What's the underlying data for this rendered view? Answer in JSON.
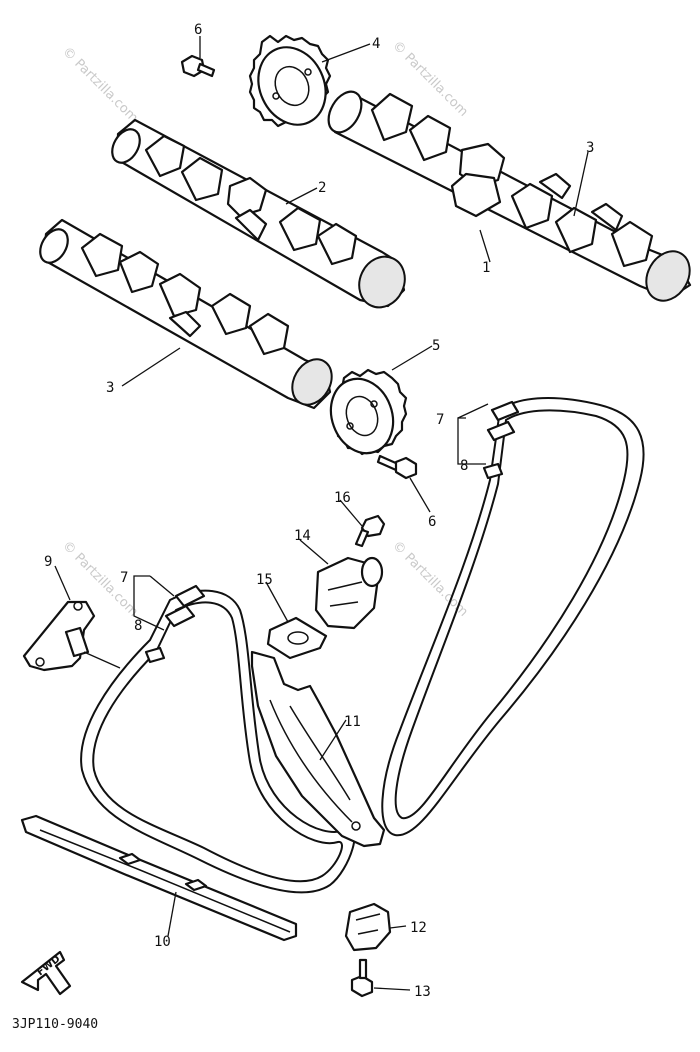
{
  "watermark": "© Partzilla.com",
  "diagram_code": "3JP110-9040",
  "fwd_label": "FWD",
  "callouts": [
    "1",
    "2",
    "3",
    "3",
    "4",
    "5",
    "6",
    "6",
    "7",
    "8",
    "7",
    "8",
    "9",
    "10",
    "11",
    "12",
    "13",
    "14",
    "15",
    "16"
  ]
}
